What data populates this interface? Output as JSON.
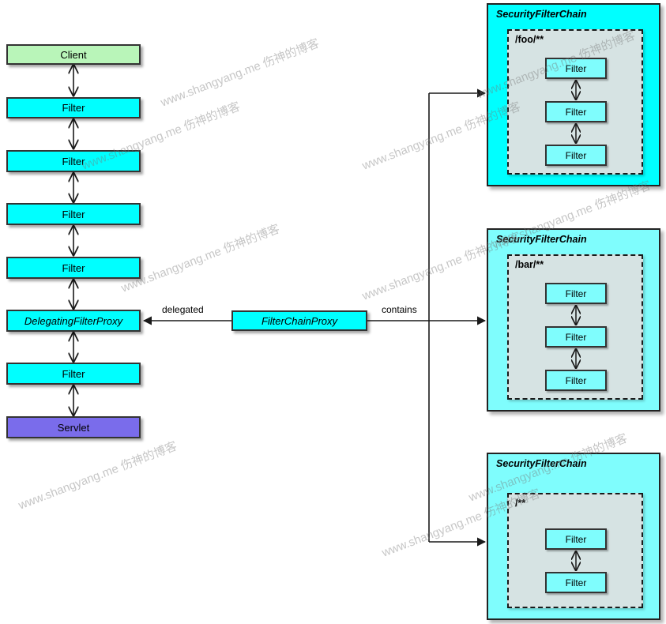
{
  "diagram": {
    "title": "Spring Security Filter Chain Architecture",
    "colors": {
      "client": "#b9f5b9",
      "filter": "#00ffff",
      "servlet": "#7a6ceb",
      "chain_outer_bright": "#00ffff",
      "chain_outer_light": "#7ffdfd",
      "chain_inner": "#d6e3e3",
      "inner_filter": "#7ffdfd",
      "stroke": "#333333",
      "background": "#ffffff"
    },
    "watermark": {
      "text": "www.shangyang.me 伤神的博客",
      "rotation_deg": -21
    },
    "left_column": {
      "name": "servlet-filter-stack",
      "items": [
        {
          "label": "Client",
          "style": "client"
        },
        {
          "label": "Filter",
          "style": "filter"
        },
        {
          "label": "Filter",
          "style": "filter"
        },
        {
          "label": "Filter",
          "style": "filter"
        },
        {
          "label": "Filter",
          "style": "filter"
        },
        {
          "label": "DelegatingFilterProxy",
          "style": "proxy"
        },
        {
          "label": "Filter",
          "style": "filter"
        },
        {
          "label": "Servlet",
          "style": "servlet"
        }
      ]
    },
    "middle": {
      "proxy_label": "FilterChainProxy",
      "edge_left_label": "delegated",
      "edge_right_label": "contains"
    },
    "chains": [
      {
        "title": "SecurityFilterChain",
        "pattern": "/foo/**",
        "variant": "bright",
        "filters": [
          {
            "label": "Filter"
          },
          {
            "label": "Filter"
          },
          {
            "label": "Filter"
          }
        ]
      },
      {
        "title": "SecurityFilterChain",
        "pattern": "/bar/**",
        "variant": "light",
        "filters": [
          {
            "label": "Filter"
          },
          {
            "label": "Filter"
          },
          {
            "label": "Filter"
          }
        ]
      },
      {
        "title": "SecurityFilterChain",
        "pattern": "/**",
        "variant": "light",
        "filters": [
          {
            "label": "Filter"
          },
          {
            "label": "Filter"
          }
        ]
      }
    ]
  }
}
